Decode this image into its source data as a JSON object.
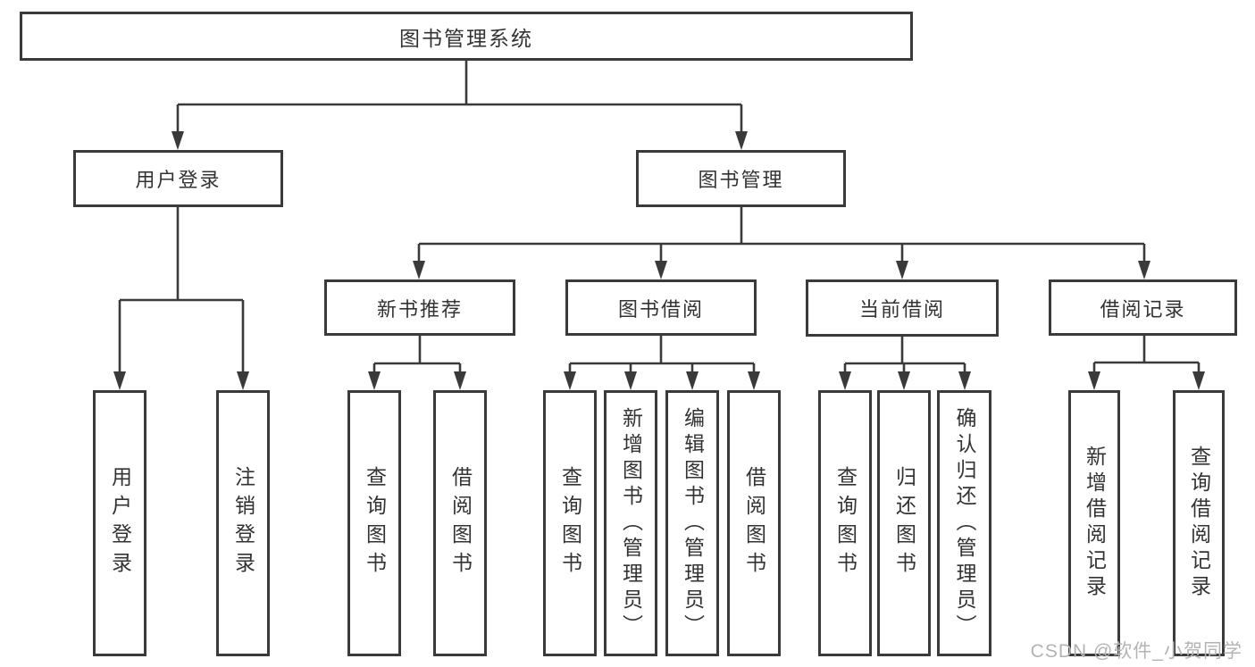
{
  "diagram": {
    "title": "图书管理系统",
    "root": {
      "label": "图书管理系统"
    },
    "level2": [
      {
        "id": "user-login",
        "label": "用户登录",
        "parent": "图书管理系统"
      },
      {
        "id": "book-management",
        "label": "图书管理",
        "parent": "图书管理系统"
      }
    ],
    "level3": [
      {
        "id": "new-book-recommend",
        "label": "新书推荐",
        "parent": "图书管理"
      },
      {
        "id": "book-borrow",
        "label": "图书借阅",
        "parent": "图书管理"
      },
      {
        "id": "current-borrow",
        "label": "当前借阅",
        "parent": "图书管理"
      },
      {
        "id": "borrow-records",
        "label": "借阅记录",
        "parent": "图书管理"
      }
    ],
    "leaves": [
      {
        "id": "leaf-user-login",
        "label": "用户登录",
        "parent": "用户登录"
      },
      {
        "id": "leaf-logout",
        "label": "注销登录",
        "parent": "用户登录"
      },
      {
        "id": "leaf-query-books-recommend",
        "label": "查询图书",
        "parent": "新书推荐"
      },
      {
        "id": "leaf-borrow-books-recommend",
        "label": "借阅图书",
        "parent": "新书推荐"
      },
      {
        "id": "leaf-query-books-borrow",
        "label": "查询图书",
        "parent": "图书借阅"
      },
      {
        "id": "leaf-add-books-admin",
        "label": "新增图书（管理员）",
        "parent": "图书借阅"
      },
      {
        "id": "leaf-edit-books-admin",
        "label": "编辑图书（管理员）",
        "parent": "图书借阅"
      },
      {
        "id": "leaf-borrow-books",
        "label": "借阅图书",
        "parent": "图书借阅"
      },
      {
        "id": "leaf-query-books-current",
        "label": "查询图书",
        "parent": "当前借阅"
      },
      {
        "id": "leaf-return-books",
        "label": "归还图书",
        "parent": "当前借阅"
      },
      {
        "id": "leaf-confirm-return-admin",
        "label": "确认归还（管理员）",
        "parent": "当前借阅"
      },
      {
        "id": "leaf-add-borrow-record",
        "label": "新增借阅记录",
        "parent": "借阅记录"
      },
      {
        "id": "leaf-query-borrow-record",
        "label": "查询借阅记录",
        "parent": "借阅记录"
      }
    ]
  },
  "watermark": {
    "text": "CSDN @软件_小贺同学",
    "color": "#b3b3b3"
  },
  "colors": {
    "line": "#3a3a3a",
    "box_border": "#3a3a3a",
    "box_background": "#ffffff",
    "text": "#333333",
    "background": "#ffffff"
  }
}
